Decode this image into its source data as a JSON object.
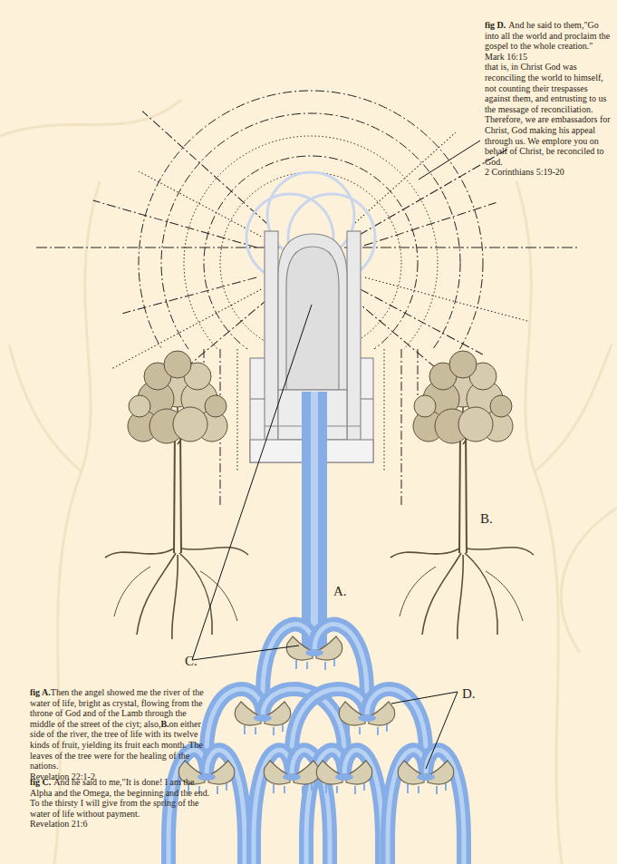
{
  "diagram": {
    "labels": [
      "fig D.",
      "And he said to them,\"Go into all the world and proclaim the gospel to the whole creation.\"",
      "Mark 16:15",
      "that is, in Christ God was reconciling the world to himself, not counting their trespasses against them, and entrusting to us the message of reconciliation. Therefore, we are embassadors for Christ, God making his appeal through us. We emplore you on behalf of Christ, be reconciled to God.",
      "2 Corinthians 5:19-20",
      "B.",
      "A.",
      "C.",
      "D.",
      "fig A.",
      "Then the angel showed me the river of the water of life, bright as crystal, flowing from the throne of God and of the Lamb through the middle of the street of the ciyt; also,",
      "B.",
      "on either side of the river, the tree of life with its twelve kinds of fruit, yielding its fruit each month. The leaves of the tree were for the healing of the nations.",
      "Revelation 22:1-2",
      "fig C.",
      "And he said to me,\"It is done! I am the Alpha and the Omega, the beginning and the end. To the thirsty I will give from the spring of the water of life without payment.",
      "Revelation 21:6"
    ]
  }
}
